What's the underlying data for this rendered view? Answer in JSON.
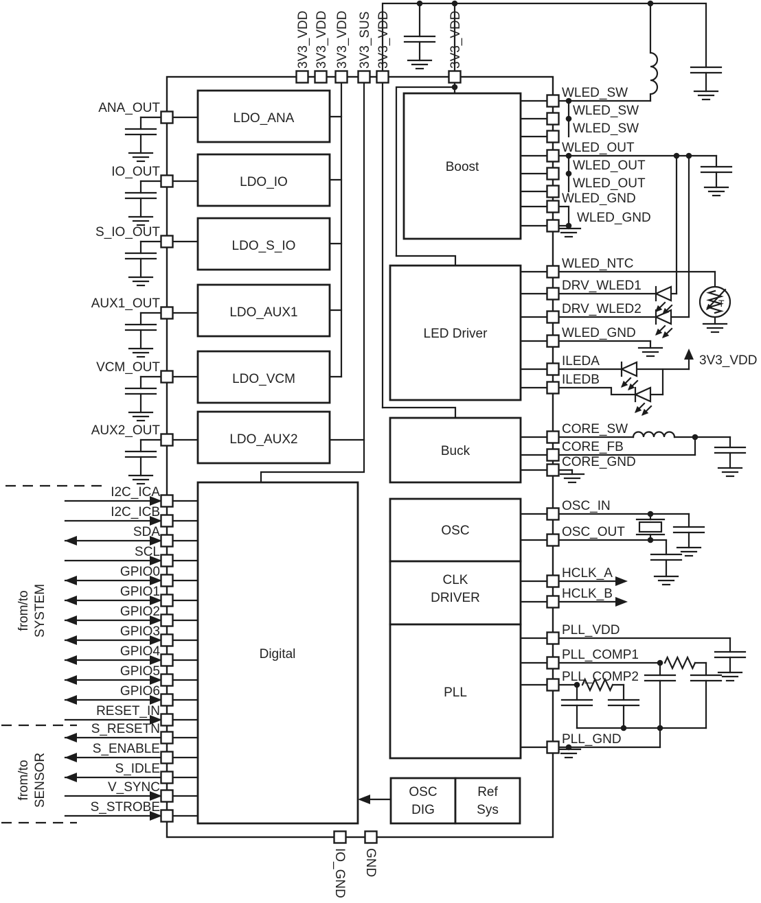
{
  "colors": {
    "line": "#1c1c1c",
    "background": "#ffffff"
  },
  "top_ports": [
    "3V3_VDD",
    "3V3_VDD",
    "3V3_VDD",
    "3V3_SUS",
    "3V3_VDD",
    "3V3_VDD"
  ],
  "bottom_ports": [
    "IO_GND",
    "GND"
  ],
  "left_power_ports": [
    "ANA_OUT",
    "IO_OUT",
    "S_IO_OUT",
    "AUX1_OUT",
    "VCM_OUT",
    "AUX2_OUT"
  ],
  "ldo_blocks": [
    "LDO_ANA",
    "LDO_IO",
    "LDO_S_IO",
    "LDO_AUX1",
    "LDO_VCM",
    "LDO_AUX2"
  ],
  "blocks": {
    "digital": "Digital",
    "boost": "Boost",
    "led_driver": "LED Driver",
    "buck": "Buck",
    "osc": "OSC",
    "clk_driver_line1": "CLK",
    "clk_driver_line2": "DRIVER",
    "pll": "PLL",
    "osc_dig_line1": "OSC",
    "osc_dig_line2": "DIG",
    "ref_sys_line1": "Ref",
    "ref_sys_line2": "Sys"
  },
  "left_signal_ports": [
    {
      "label": "I2C_ICA",
      "direction": "in"
    },
    {
      "label": "I2C_ICB",
      "direction": "in"
    },
    {
      "label": "SDA",
      "direction": "bidirectional"
    },
    {
      "label": "SCL",
      "direction": "in"
    },
    {
      "label": "GPIO0",
      "direction": "bidirectional"
    },
    {
      "label": "GPIO1",
      "direction": "bidirectional"
    },
    {
      "label": "GPIO2",
      "direction": "bidirectional"
    },
    {
      "label": "GPIO3",
      "direction": "bidirectional"
    },
    {
      "label": "GPIO4",
      "direction": "bidirectional"
    },
    {
      "label": "GPIO5",
      "direction": "bidirectional"
    },
    {
      "label": "GPIO6",
      "direction": "bidirectional"
    },
    {
      "label": "RESET_IN",
      "direction": "in"
    },
    {
      "label": "S_RESETN",
      "direction": "out"
    },
    {
      "label": "S_ENABLE",
      "direction": "out"
    },
    {
      "label": "S_IDLE",
      "direction": "out"
    },
    {
      "label": "V_SYNC",
      "direction": "in"
    },
    {
      "label": "S_STROBE",
      "direction": "in"
    }
  ],
  "right_ports": [
    "WLED_SW",
    "WLED_SW",
    "WLED_SW",
    "WLED_OUT",
    "WLED_OUT",
    "WLED_OUT",
    "WLED_GND",
    "WLED_GND",
    "WLED_NTC",
    "DRV_WLED1",
    "DRV_WLED2",
    "WLED_GND",
    "ILEDA",
    "ILEDB",
    "CORE_SW",
    "CORE_FB",
    "CORE_GND",
    "OSC_IN",
    "OSC_OUT",
    "HCLK_A",
    "HCLK_B",
    "PLL_VDD",
    "PLL_COMP1",
    "PLL_COMP2",
    "PLL_GND"
  ],
  "group_labels": {
    "system_line1": "from/to",
    "system_line2": "SYSTEM",
    "sensor_line1": "from/to",
    "sensor_line2": "SENSOR"
  },
  "net_labels": {
    "vdd_arrow": "3V3_VDD"
  },
  "symbols": {
    "thermistor_t": "T"
  }
}
